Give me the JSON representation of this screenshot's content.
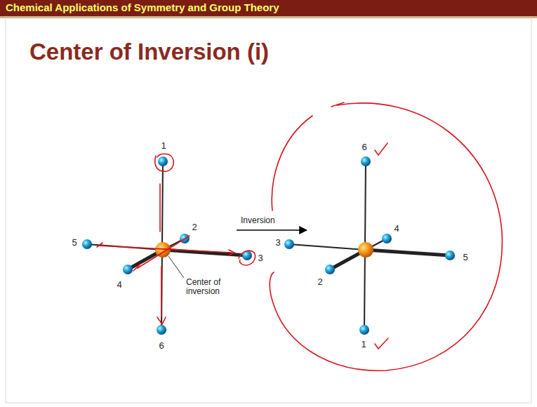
{
  "diagram": {
    "title": "Center of Inversion (i)",
    "labels": [
      "Chemical Applications of Symmetry and Group Theory",
      "1",
      "2",
      "5",
      "3",
      "4",
      "6",
      "Center of inversion",
      "Inversion",
      "6",
      "4",
      "3",
      "5",
      "2",
      "1"
    ]
  }
}
